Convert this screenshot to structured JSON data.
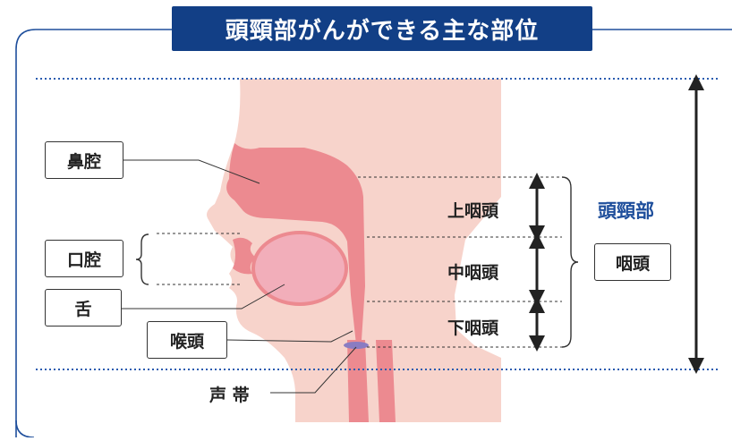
{
  "title": "頭頸部がんができる主な部位",
  "left_labels": {
    "nasal_cavity": "鼻腔",
    "oral_cavity": "口腔",
    "tongue": "舌",
    "larynx": "喉頭",
    "vocal_cords": "声 帯"
  },
  "pharynx_sections": {
    "upper": "上咽頭",
    "middle": "中咽頭",
    "lower": "下咽頭"
  },
  "right_labels": {
    "head_neck": "頭頸部",
    "pharynx": "咽頭"
  },
  "colors": {
    "title_bg": "#123f86",
    "skin": "#f7d3cb",
    "cavity": "#ec8a90",
    "tongue": "#f2aeba",
    "vocal_cord": "#8a7cc2",
    "dotted_line": "#2a5cb0",
    "accent_text": "#1f4f9c"
  }
}
